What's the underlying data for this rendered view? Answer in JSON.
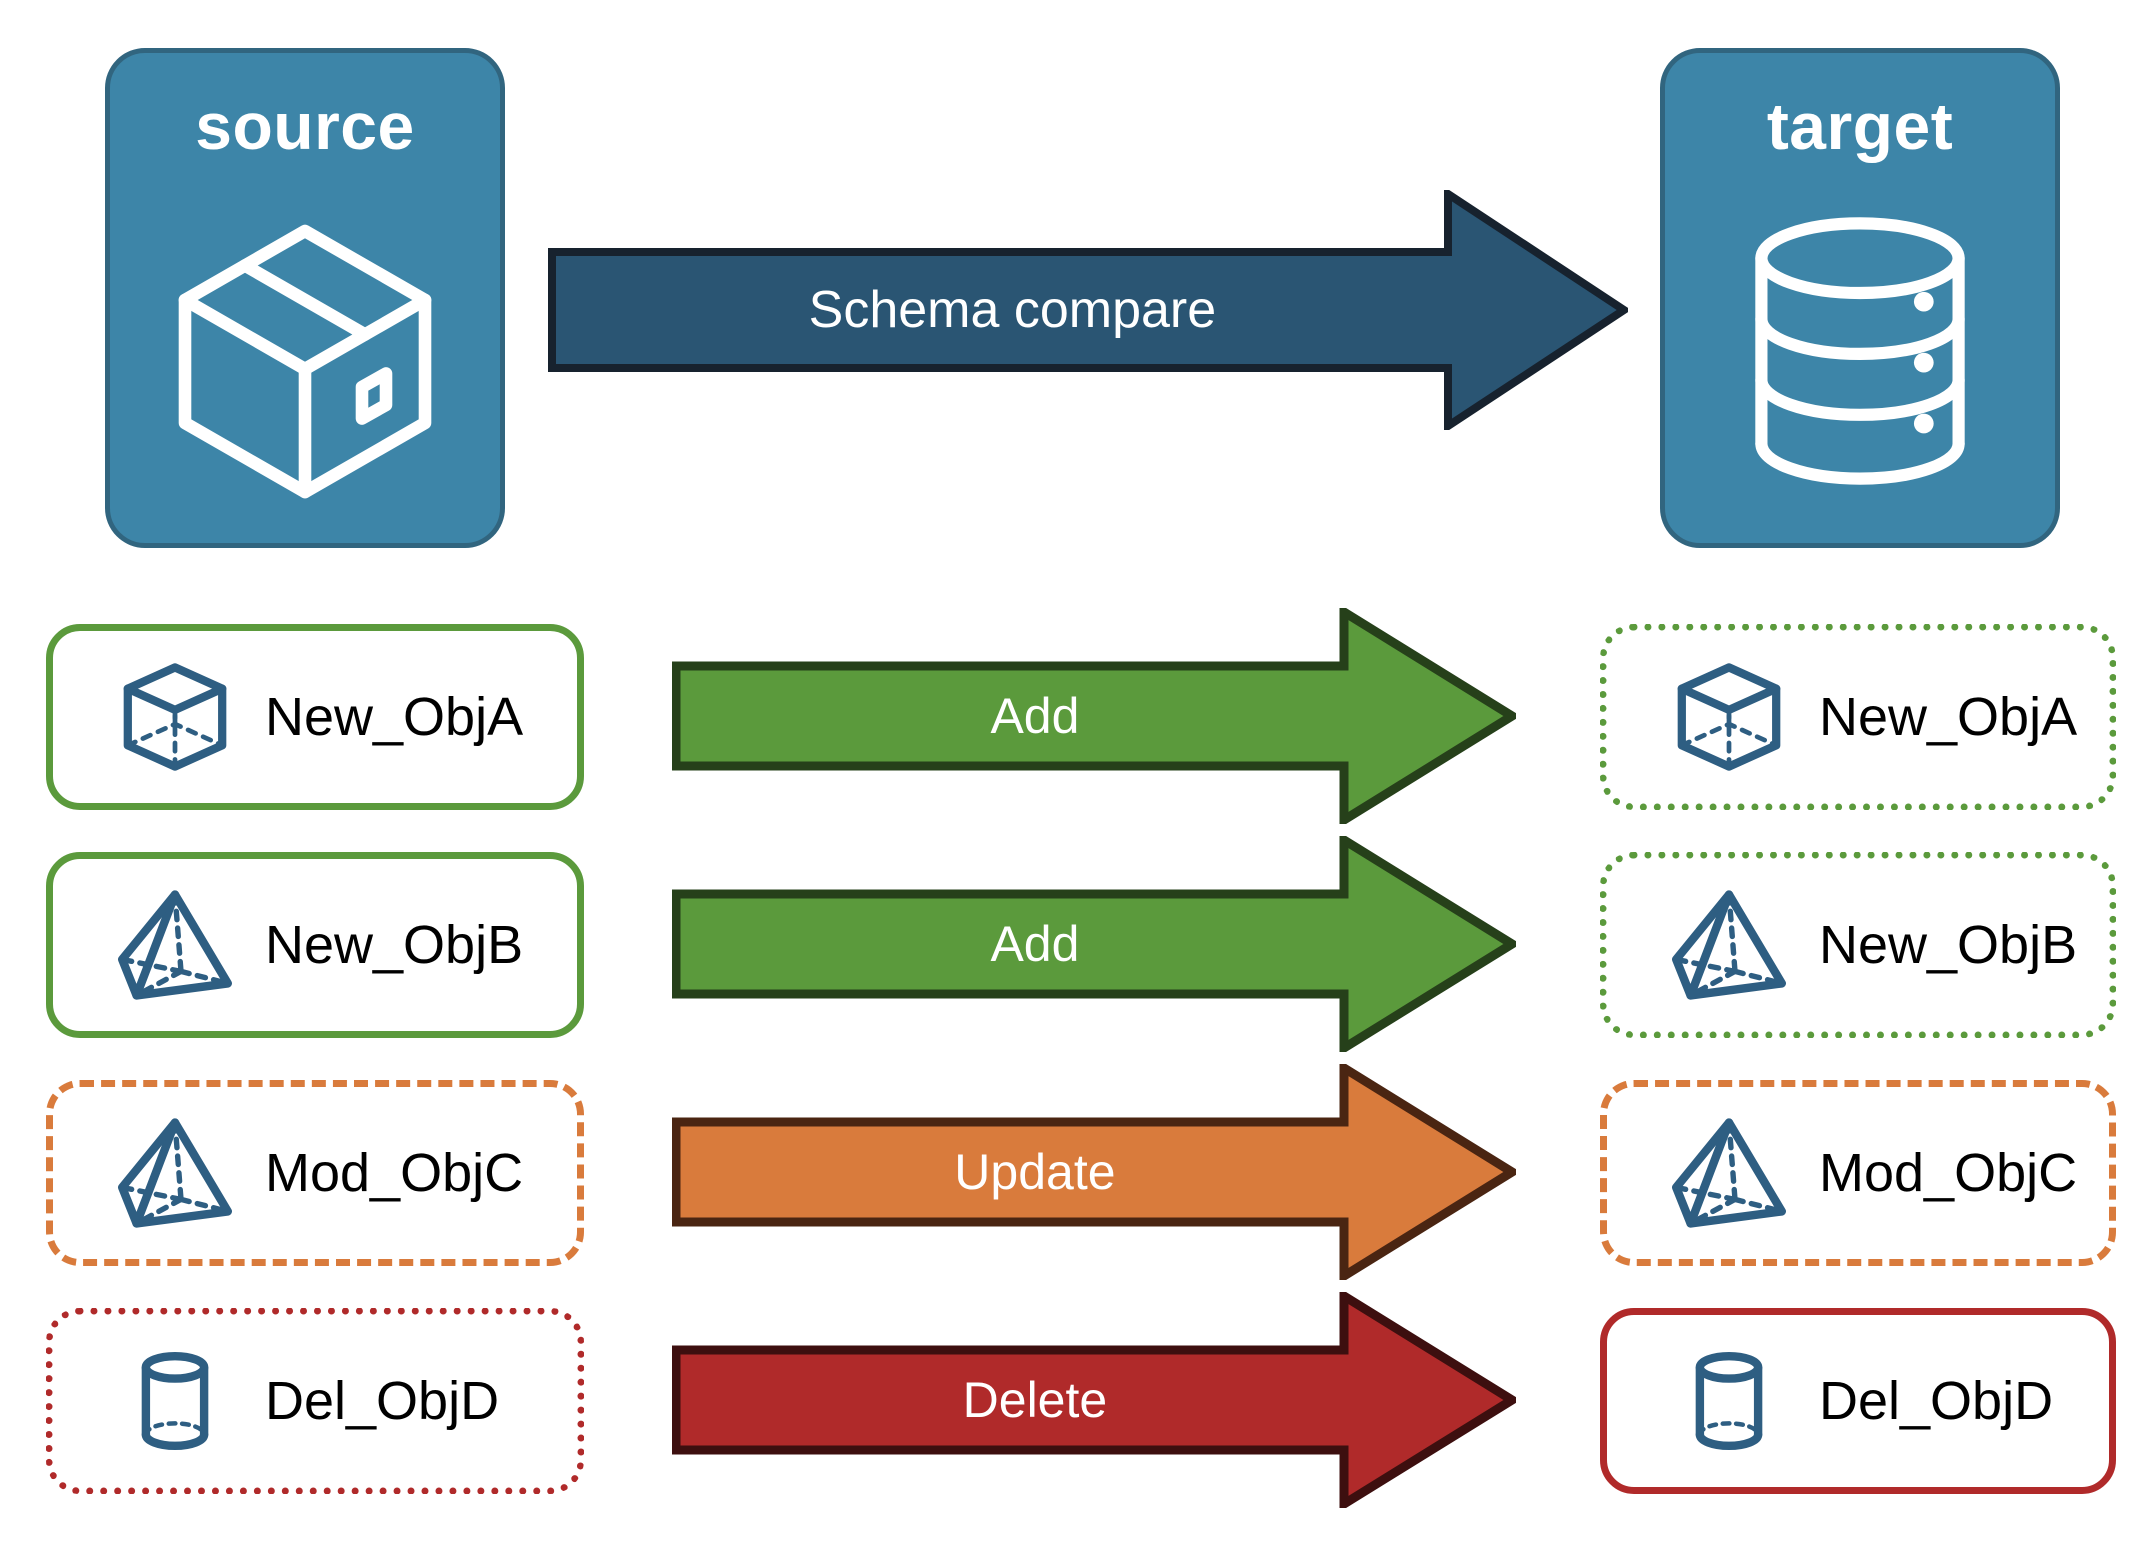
{
  "diagram": {
    "title_source": "source",
    "title_target": "target",
    "compare_arrow_label": "Schema compare",
    "colors": {
      "panel_fill": "#3d85a8",
      "panel_border": "#31657f",
      "compare_arrow_fill": "#2a5573",
      "compare_arrow_border": "#17222e",
      "add_fill": "#5b9a3c",
      "add_border": "#26401a",
      "update_fill": "#d97b3c",
      "update_border": "#4a2512",
      "delete_fill": "#b02a2a",
      "delete_border": "#3d0f0f",
      "object_icon": "#2e5e82",
      "add_box_border": "#5b9a3c",
      "update_box_border": "#d97b3c",
      "delete_box_border": "#b02a2a",
      "label_text": "#000000",
      "arrow_text": "#ffffff"
    },
    "endpoints": [
      {
        "id": "source",
        "title": "source",
        "icon": "package-cube-icon"
      },
      {
        "id": "target",
        "title": "target",
        "icon": "database-cylinder-icon"
      }
    ],
    "rows": [
      {
        "action": "Add",
        "source_label": "New_ObjA",
        "target_label": "New_ObjA",
        "icon": "wireframe-cube-icon",
        "source_border_style": "solid",
        "target_border_style": "dotted",
        "accent": "#5b9a3c"
      },
      {
        "action": "Add",
        "source_label": "New_ObjB",
        "target_label": "New_ObjB",
        "icon": "wireframe-pyramid-icon",
        "source_border_style": "solid",
        "target_border_style": "dotted",
        "accent": "#5b9a3c"
      },
      {
        "action": "Update",
        "source_label": "Mod_ObjC",
        "target_label": "Mod_ObjC",
        "icon": "wireframe-pyramid-icon",
        "source_border_style": "dashed",
        "target_border_style": "dashed",
        "accent": "#d97b3c"
      },
      {
        "action": "Delete",
        "source_label": "Del_ObjD",
        "target_label": "Del_ObjD",
        "icon": "wireframe-cylinder-icon",
        "source_border_style": "dotted",
        "target_border_style": "solid",
        "accent": "#b02a2a"
      }
    ]
  }
}
